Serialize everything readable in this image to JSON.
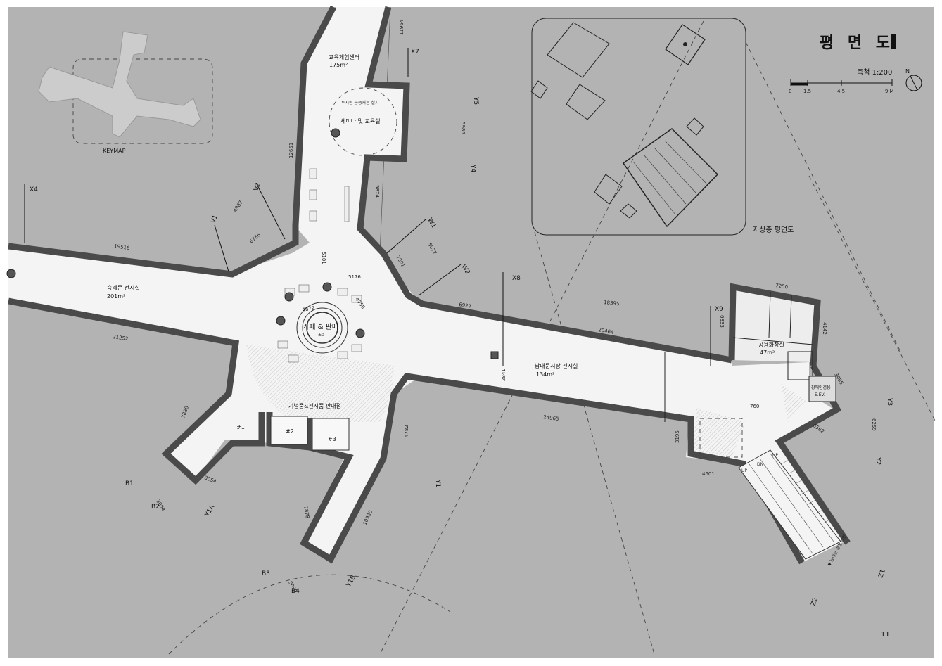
{
  "drawing": {
    "title": "평 면 도",
    "scale_label": "축척 1:200",
    "scale_ticks": [
      "0",
      "1.5",
      "4.5",
      "9 M"
    ],
    "north": "N",
    "page_number": "11",
    "keymap_label": "KEYMAP",
    "inset_label": "지상층 평면도"
  },
  "rooms": {
    "education_center": "교육체험센터",
    "education_center_area": "175m²",
    "seminar_note": "투시형 공중커튼 설치",
    "seminar": "세미나 및 교육실",
    "sungnyemun": "숭례문 전시실",
    "sungnyemun_area": "201m²",
    "cafe": "카페 & 판매",
    "cafe_level": "±0",
    "souvenir": "기념품&전시품 판매점",
    "shop1": "#1",
    "shop2": "#2",
    "shop3": "#3",
    "namdaemun": "남대문시장 전시실",
    "namdaemun_area": "134m²",
    "restroom": "공용화장실",
    "restroom_area": "47m²",
    "elevator": "장애인겸용",
    "elevator_sub": "E.EV.",
    "stair_up": "UP",
    "stair_dn": "DN",
    "stair_up2": "UP",
    "exit_note": "▼ 남대문 광장 방면"
  },
  "axes": {
    "x4": "X4",
    "x7": "X7",
    "x8": "X8",
    "x9": "X9",
    "v1": "V1",
    "v2": "V2",
    "w1": "W1",
    "w2": "W2",
    "y1": "Y1",
    "y1a": "Y1A",
    "y1b": "Y1B",
    "y2": "Y2",
    "y3": "Y3",
    "y4": "Y4",
    "y5": "Y5",
    "b1": "B1",
    "b2": "B2",
    "b3": "B3",
    "b4": "B4",
    "z1": "Z1",
    "z2": "Z2"
  },
  "dimensions": {
    "d11964": "11964",
    "d12651": "12651",
    "d5986": "5986",
    "d5874": "5874",
    "d4987": "4987",
    "d6766": "6766",
    "d19516": "19516",
    "d21252": "21252",
    "d5101": "5101",
    "d5176": "5176",
    "d4879": "4879",
    "d4958": "4958",
    "d7201": "7201",
    "d5077": "5077",
    "d6927": "6927",
    "d18395": "18395",
    "d20464": "20464",
    "d7250": "7250",
    "d6833": "6833",
    "d4142": "4142",
    "d3485": "3485",
    "d6562": "6562",
    "d6259": "6259",
    "d3195": "3195",
    "d4601": "4601",
    "d24965": "24965",
    "d4782": "4782",
    "d2841": "2841",
    "d7880": "7880",
    "d3054a": "3054",
    "d3054b": "3054",
    "d7878": "7878",
    "d10930": "10930",
    "d3099": "3099",
    "d760": "760"
  },
  "colors": {
    "sheet": "#b3b3b3",
    "floor": "#f4f4f4",
    "wall": "#4a4a4a"
  }
}
